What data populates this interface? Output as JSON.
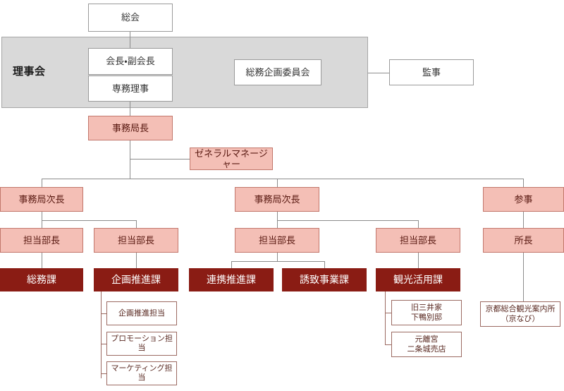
{
  "chart": {
    "title": "Organization Chart",
    "colors": {
      "pink_fill": "#f4bfb6",
      "pink_border": "#c2776c",
      "dark_red_fill": "#8a1c14",
      "gray_panel_fill": "#d9d9d9",
      "gray_panel_border": "#a6a6a6",
      "white_fill": "#ffffff",
      "connector_gray": "#8c8c8c",
      "connector_dark": "#9b6a62"
    }
  },
  "governance": {
    "general_assembly": "総会",
    "board_panel_label": "理事会",
    "chairman": "会長・副会長",
    "managing_director": "専務理事",
    "planning_committee": "総務企画委員会",
    "auditor": "監事"
  },
  "management": {
    "secretary_general": "事務局長",
    "general_manager": "ゼネラルマネージャー",
    "deputy_left": "事務局次長",
    "deputy_center": "事務局次長",
    "counselor": "参事",
    "director_1": "担当部長",
    "director_2": "担当部長",
    "director_3": "担当部長",
    "director_4": "担当部長",
    "office_chief": "所長"
  },
  "departments": [
    {
      "name": "総務課"
    },
    {
      "name": "企画推進課"
    },
    {
      "name": "連携推進課"
    },
    {
      "name": "誘致事業課"
    },
    {
      "name": "観光活用課"
    }
  ],
  "planning_units": [
    "企画推進担当",
    "プロモーション担当",
    "マーケティング担当"
  ],
  "tourism_units": [
    "旧三井家\n下鴨別邸",
    "元離宮\n二条城売店"
  ],
  "information_center": "京都総合観光案内所\n（京なび）"
}
